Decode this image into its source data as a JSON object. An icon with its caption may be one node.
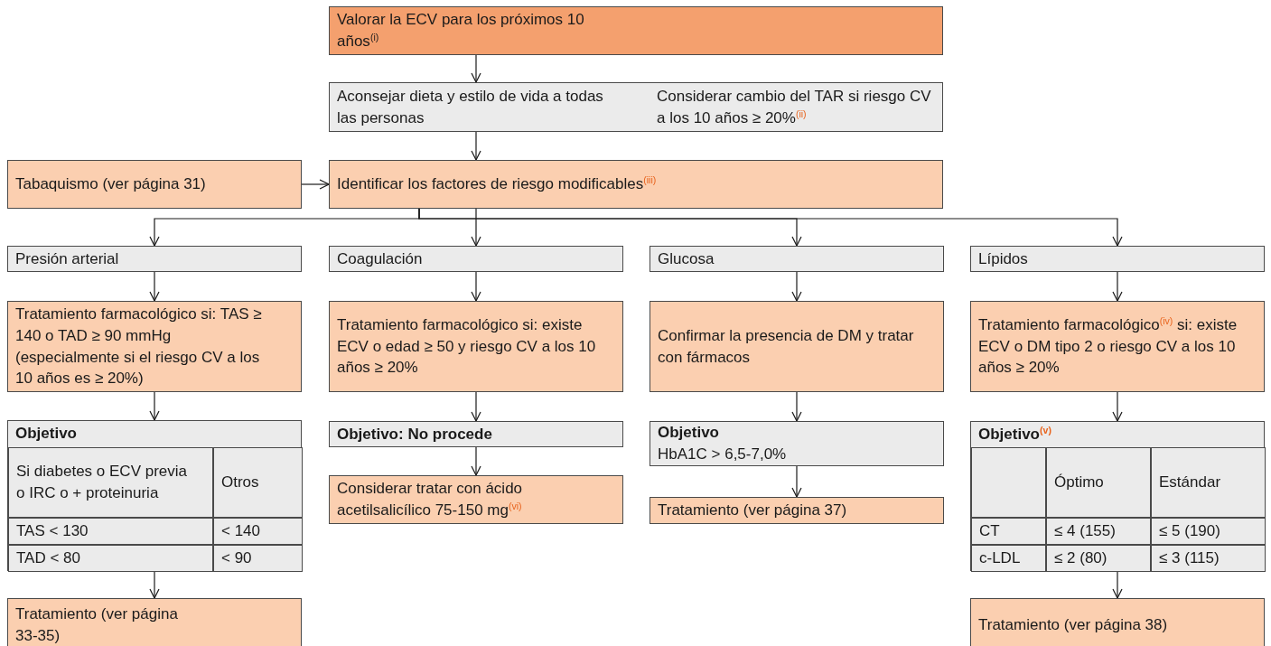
{
  "diagram": {
    "nodes": [
      {
        "text": [
          "Valorar la ECV para los próximos 10 años$^{(i)}$"
        ]
      },
      {
        "text": [
          "Aconsejar dieta y estilo de vida a todas las personas",
          "Considerar cambio del TAR si riesgo CV a los 10 años ≥ 20%$^{(ii)}$"
        ]
      },
      {
        "text": [
          "Tabaquismo (ver página 31)"
        ]
      },
      {
        "text": [
          "Identificar los factores de riesgo modificables$^{(iii)}$"
        ]
      },
      {
        "text": [
          "Presión arterial"
        ]
      },
      {
        "text": [
          "Coagulación"
        ]
      },
      {
        "text": [
          "Glucosa"
        ]
      },
      {
        "text": [
          "Lípidos"
        ]
      },
      {
        "text": [
          "Tratamiento farmacológico si: TAS ≥ 140 o TAD ≥ 90 mmHg (especialmente si el riesgo CV a los 10 años es ≥ 20%)"
        ]
      },
      {
        "text": [
          "Tratamiento farmacológico si: existe ECV o edad ≥ 50 y riesgo CV a los 10 años ≥ 20%"
        ]
      },
      {
        "text": [
          "Confirmar la presencia de DM y tratar con fármacos"
        ]
      },
      {
        "text": [
          "Tratamiento farmacológico$^{(iv)}$ si: existe ECV o DM tipo 2 o riesgo CV a los 10 años ≥ 20%"
        ]
      },
      {
        "text": [
          "Objetivo"
        ]
      },
      {
        "text": [
          "Si diabetes o ECV previa o IRC o + proteinuria"
        ],
        "in": 12
      },
      {
        "text": [
          "Otros"
        ],
        "in": 12
      },
      {
        "text": [
          "TAS < 130"
        ],
        "in": 12
      },
      {
        "text": [
          "< 140"
        ],
        "in": 12
      },
      {
        "text": [
          "TAD < 80"
        ],
        "in": 12
      },
      {
        "text": [
          "< 90"
        ],
        "in": 12
      },
      {
        "text": [
          "Objetivo: No procede"
        ]
      },
      {
        "text": [
          "Objetivo",
          "HbA1C > 6,5-7,0%"
        ]
      },
      {
        "text": [
          "Objetivo$^{(v)}$"
        ]
      },
      {
        "text": [],
        "shape": "box",
        "in": 21
      },
      {
        "text": [
          "Óptimo"
        ],
        "in": 21
      },
      {
        "text": [
          "Estándar"
        ],
        "in": 21
      },
      {
        "text": [
          "CT"
        ],
        "in": 21
      },
      {
        "text": [
          "≤ 4 (155)"
        ],
        "in": 21
      },
      {
        "text": [
          "≤ 5 (190)"
        ],
        "in": 21
      },
      {
        "text": [
          "c-LDL"
        ],
        "in": 21
      },
      {
        "text": [
          "≤ 2 (80)"
        ],
        "in": 21
      },
      {
        "text": [
          "≤ 3 (115)"
        ],
        "in": 21
      },
      {
        "text": [
          "Tratamiento (ver página 33-35)"
        ]
      },
      {
        "text": [
          "Considerar tratar con ácido acetilsalicílico 75-150 mg$^{(vi)}$"
        ]
      },
      {
        "text": [
          "Tratamiento (ver página 37)"
        ]
      },
      {
        "text": [
          "Tratamiento (ver página 38)"
        ]
      }
    ],
    "edges": [
      {
        "from": 0,
        "to": 1,
        "arrow": "to"
      },
      {
        "from": 1,
        "to": 3,
        "arrow": "to"
      },
      {
        "from": 2,
        "to": 3,
        "arrow": "to"
      },
      {
        "from": 3,
        "to": 4,
        "arrow": "to"
      },
      {
        "from": 3,
        "to": 5,
        "arrow": "to"
      },
      {
        "from": 3,
        "to": 6,
        "arrow": "to"
      },
      {
        "from": 3,
        "to": 7,
        "arrow": "to"
      },
      {
        "from": 4,
        "to": 8,
        "arrow": "to"
      },
      {
        "from": 5,
        "to": 9,
        "arrow": "to"
      },
      {
        "from": 6,
        "to": 10,
        "arrow": "to"
      },
      {
        "from": 7,
        "to": 11,
        "arrow": "to"
      },
      {
        "from": 8,
        "to": 12,
        "arrow": "to"
      },
      {
        "from": 9,
        "to": 19,
        "arrow": "to"
      },
      {
        "from": 10,
        "to": 20,
        "arrow": "to"
      },
      {
        "from": 11,
        "to": 21,
        "arrow": "to"
      },
      {
        "from": 12,
        "to": 31,
        "arrow": "to"
      },
      {
        "from": 19,
        "to": 32,
        "arrow": "to"
      },
      {
        "from": 20,
        "to": 33,
        "arrow": "to"
      },
      {
        "from": 21,
        "to": 34,
        "arrow": "to"
      }
    ]
  }
}
